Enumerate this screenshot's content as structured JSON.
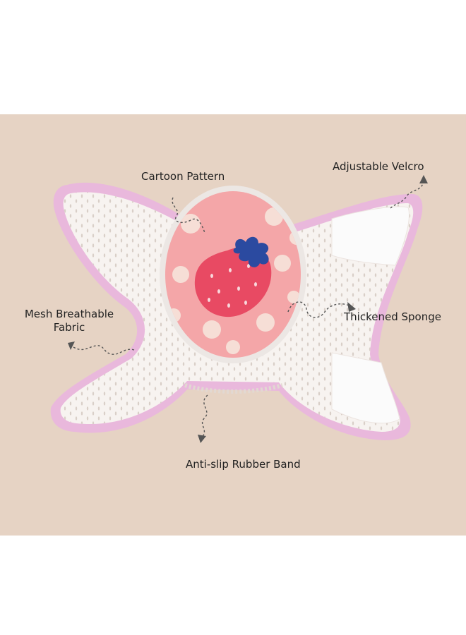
{
  "colors": {
    "background": "#e6d3c4",
    "page": "#ffffff",
    "pad_trim": "#e9b8dc",
    "mesh": "#f7f3f0",
    "pad_pink": "#f4a6a8",
    "strawberry": "#e84a63",
    "leaf": "#2b4aa0",
    "dot": "#f6ded6",
    "arrow": "#555555"
  },
  "labels": {
    "cartoon_pattern": "Cartoon Pattern",
    "adjustable_velcro": "Adjustable Velcro",
    "mesh_line1": "Mesh Breathable",
    "mesh_line2": "Fabric",
    "thickened_sponge": "Thickened Sponge",
    "anti_slip": "Anti-slip Rubber Band"
  }
}
